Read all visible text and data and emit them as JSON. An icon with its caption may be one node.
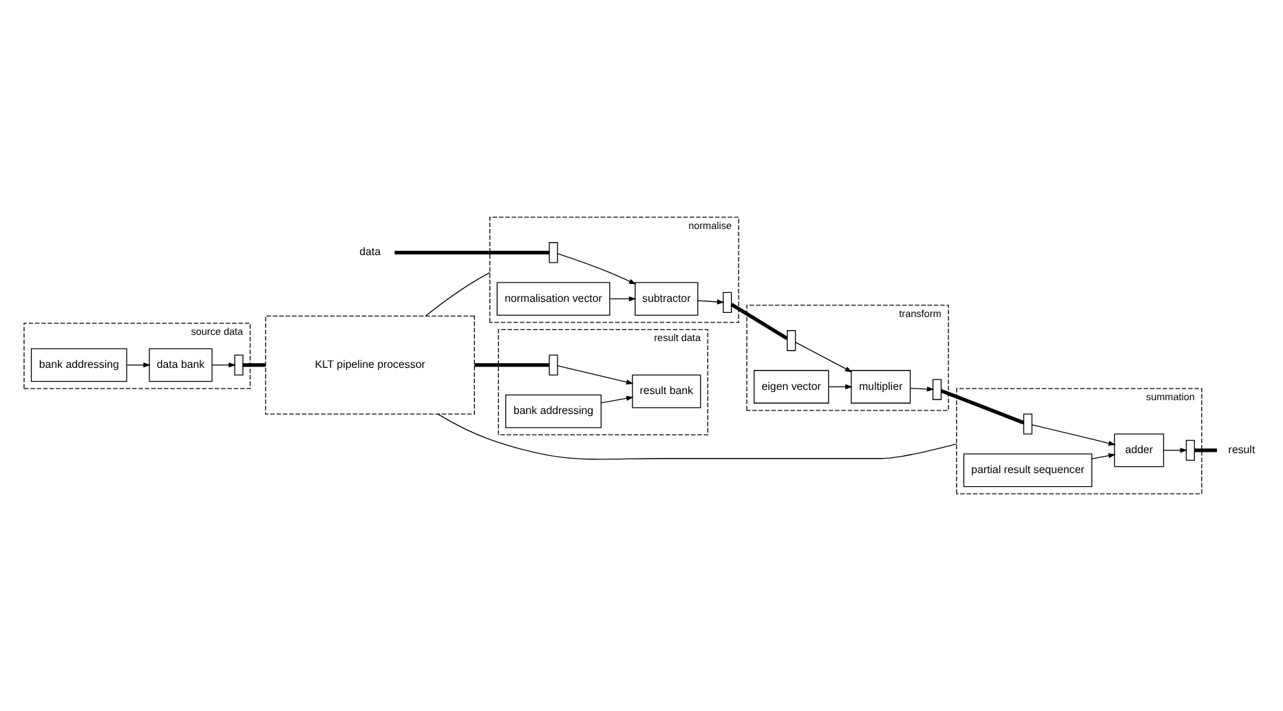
{
  "diagram": {
    "nodes": [
      {
        "text": [
          "source data"
        ]
      },
      {
        "text": [
          "data bank"
        ],
        "in": 0
      },
      {
        "text": [
          "bank addressing"
        ],
        "in": 0
      },
      {
        "text": [],
        "shape": "bar",
        "in": 0
      },
      {
        "text": [
          "KLT pipeline processor"
        ]
      },
      {
        "text": [
          "result data"
        ]
      },
      {
        "text": [],
        "shape": "bar",
        "in": 5
      },
      {
        "text": [
          "result bank"
        ],
        "in": 5
      },
      {
        "text": [
          "bank addressing"
        ],
        "in": 5
      },
      {
        "text": [
          "data"
        ]
      },
      {
        "text": [
          "normalise"
        ]
      },
      {
        "text": [],
        "shape": "bar",
        "in": 10
      },
      {
        "text": [
          "subtractor"
        ],
        "in": 10
      },
      {
        "text": [],
        "shape": "bar",
        "in": 10
      },
      {
        "text": [
          "normalisation vector"
        ],
        "in": 10
      },
      {
        "text": [
          "transform"
        ]
      },
      {
        "text": [],
        "shape": "bar",
        "in": 15
      },
      {
        "text": [
          "multiplier"
        ],
        "in": 15
      },
      {
        "text": [],
        "shape": "bar",
        "in": 15
      },
      {
        "text": [
          "eigen vector"
        ],
        "in": 15
      },
      {
        "text": [
          "summation"
        ]
      },
      {
        "text": [],
        "shape": "bar",
        "in": 20
      },
      {
        "text": [
          "adder"
        ],
        "in": 20
      },
      {
        "text": [],
        "shape": "bar",
        "in": 20
      },
      {
        "text": [
          "partial result sequencer"
        ],
        "in": 20
      },
      {
        "text": [
          "result"
        ]
      }
    ],
    "edges": [
      {
        "from": 2,
        "to": 1,
        "arrow": "to"
      },
      {
        "from": 1,
        "to": 3,
        "arrow": "to"
      },
      {
        "from": 3,
        "to": 4,
        "arrow": "none",
        "style": "thick"
      },
      {
        "from": 4,
        "to": 6,
        "arrow": "none",
        "style": "thick"
      },
      {
        "from": 6,
        "to": 7,
        "arrow": "to"
      },
      {
        "from": 8,
        "to": 7,
        "arrow": "to"
      },
      {
        "from": 4,
        "to": 10,
        "arrow": "none"
      },
      {
        "from": 4,
        "to": 20,
        "arrow": "none"
      },
      {
        "from": 9,
        "to": 11,
        "arrow": "none",
        "style": "thick"
      },
      {
        "from": 11,
        "to": 12,
        "arrow": "to"
      },
      {
        "from": 12,
        "to": 13,
        "arrow": "to"
      },
      {
        "from": 14,
        "to": 12,
        "arrow": "to"
      },
      {
        "from": 13,
        "to": 16,
        "arrow": "none",
        "style": "thick"
      },
      {
        "from": 16,
        "to": 17,
        "arrow": "to"
      },
      {
        "from": 17,
        "to": 18,
        "arrow": "to"
      },
      {
        "from": 19,
        "to": 17,
        "arrow": "to"
      },
      {
        "from": 18,
        "to": 21,
        "arrow": "none",
        "style": "thick"
      },
      {
        "from": 21,
        "to": 22,
        "arrow": "to"
      },
      {
        "from": 22,
        "to": 23,
        "arrow": "to"
      },
      {
        "from": 24,
        "to": 22,
        "arrow": "to"
      },
      {
        "from": 23,
        "to": 25,
        "arrow": "none",
        "style": "thick"
      }
    ]
  }
}
